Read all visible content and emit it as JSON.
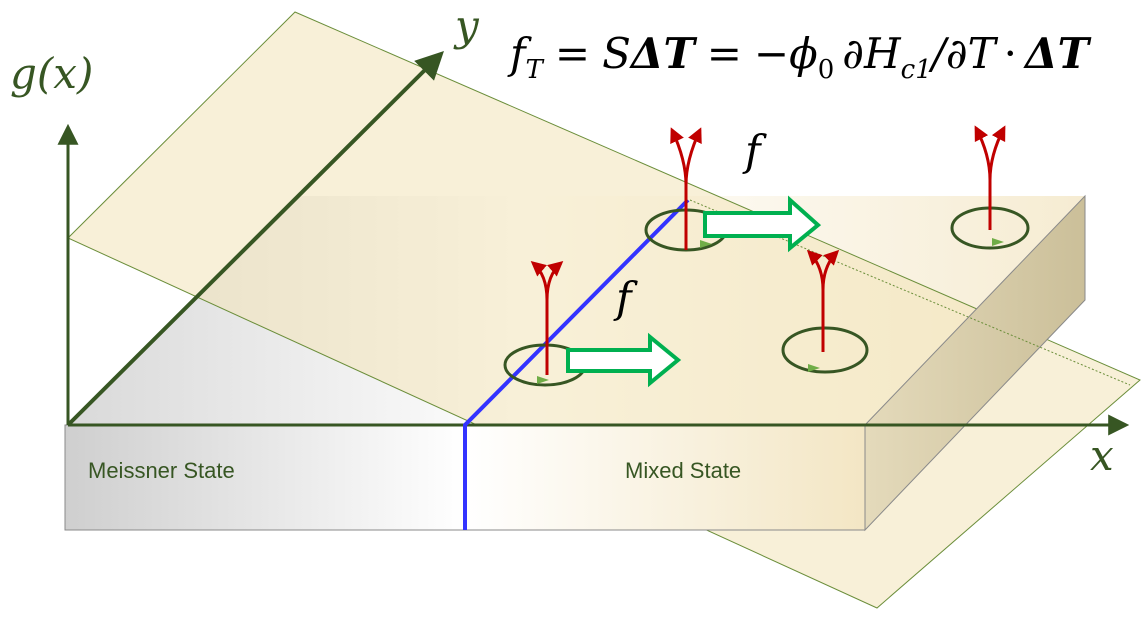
{
  "axes": {
    "g_label": "g(x)",
    "y_label": "y",
    "x_label": "x"
  },
  "formula": {
    "lhs": "f",
    "lhs_sub": "T",
    "eq1": "=",
    "s": "S",
    "delta_t": "ΔT",
    "eq2": "=",
    "minus_phi": "−ϕ",
    "phi_sub": "0",
    "partial_h": "∂H",
    "h_sub": "c1",
    "over_dt": "/∂T",
    "dot": "·",
    "delta_t2": "ΔT"
  },
  "force_labels": {
    "upper": "f",
    "lower": "f"
  },
  "regions": {
    "meissner": "Meissner State",
    "mixed": "Mixed State"
  },
  "colors": {
    "axis": "#375623",
    "boundary": "#3333ff",
    "flux_arrow": "#c00000",
    "force_arrow": "#00b050",
    "vortex_ring": "#375623",
    "plane_fill": "#f3e6c0",
    "slab_side": "#d7cca8"
  }
}
